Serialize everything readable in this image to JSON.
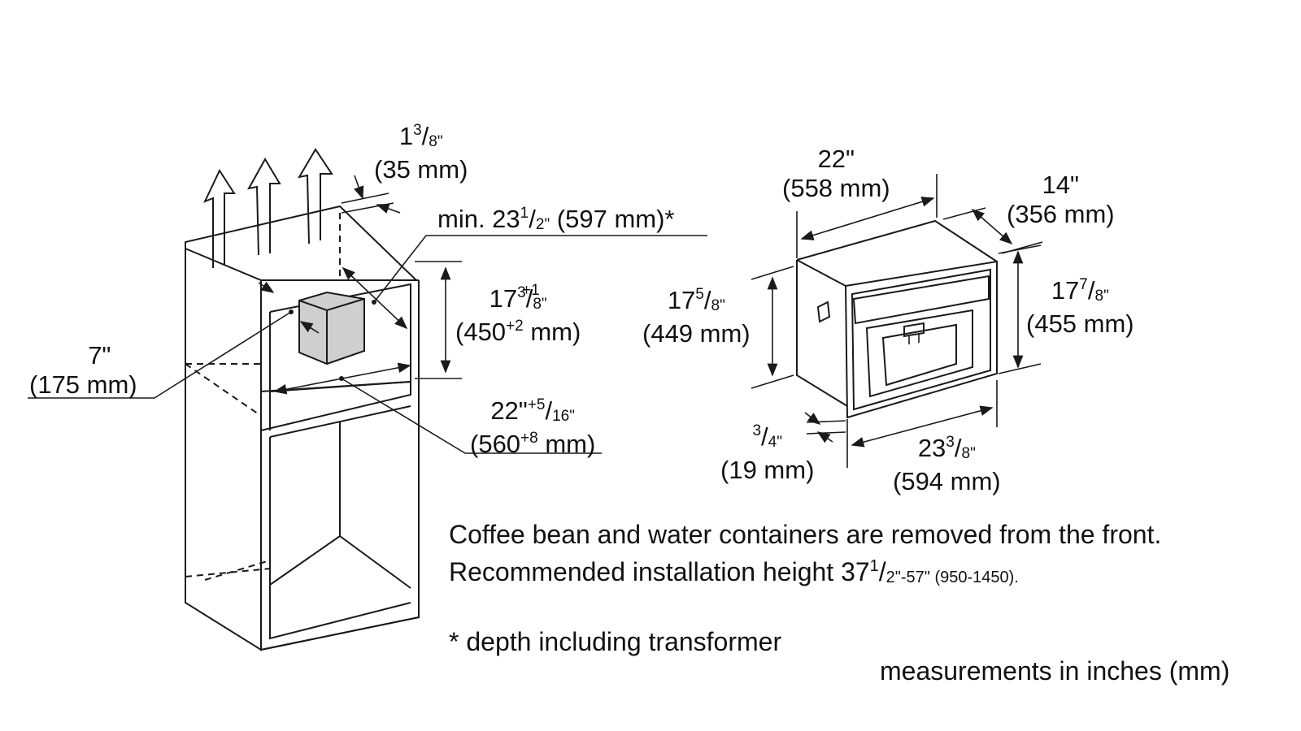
{
  "dimensions": {
    "gap": {
      "whole": "1",
      "num": "3",
      "den": "8\"",
      "mm": "(35 mm)"
    },
    "min_depth": {
      "prefix": "min. 23",
      "num": "1",
      "den": "2\"",
      "suffix": " (597 mm)*"
    },
    "niche_height": {
      "whole": "17",
      "num": "3",
      "tol_num": "+1",
      "den": "8\"",
      "mm_a": "(450",
      "mm_tol": "+2",
      "mm_b": " mm)"
    },
    "side": {
      "in": "7\"",
      "mm": "(175 mm)"
    },
    "niche_width": {
      "whole": "22\"",
      "tol_num": "+5",
      "den": "16\"",
      "mm_a": "(560",
      "mm_tol": "+8",
      "mm_b": " mm)"
    },
    "appliance_width": {
      "in": "22\"",
      "mm": "(558 mm)"
    },
    "appliance_depth": {
      "in": "14\"",
      "mm": "(356 mm)"
    },
    "body_height": {
      "whole": "17",
      "num": "5",
      "den": "8\"",
      "mm": "(449 mm)"
    },
    "front_height": {
      "whole": "17",
      "num": "7",
      "den": "8\"",
      "mm": "(455 mm)"
    },
    "front_thickness": {
      "num": "3",
      "den": "4\"",
      "mm": "(19 mm)"
    },
    "front_width": {
      "whole": "23",
      "num": "3",
      "den": "8\"",
      "mm": "(594 mm)"
    }
  },
  "notes": {
    "line1": "Coffee bean and water containers are removed from the front.",
    "line2_a": "Recommended installation height 37",
    "line2_num": "1",
    "line2_den": "2\"-57\" (950-1450).",
    "footnote": "* depth including transformer",
    "units": "measurements in inches (mm)"
  }
}
